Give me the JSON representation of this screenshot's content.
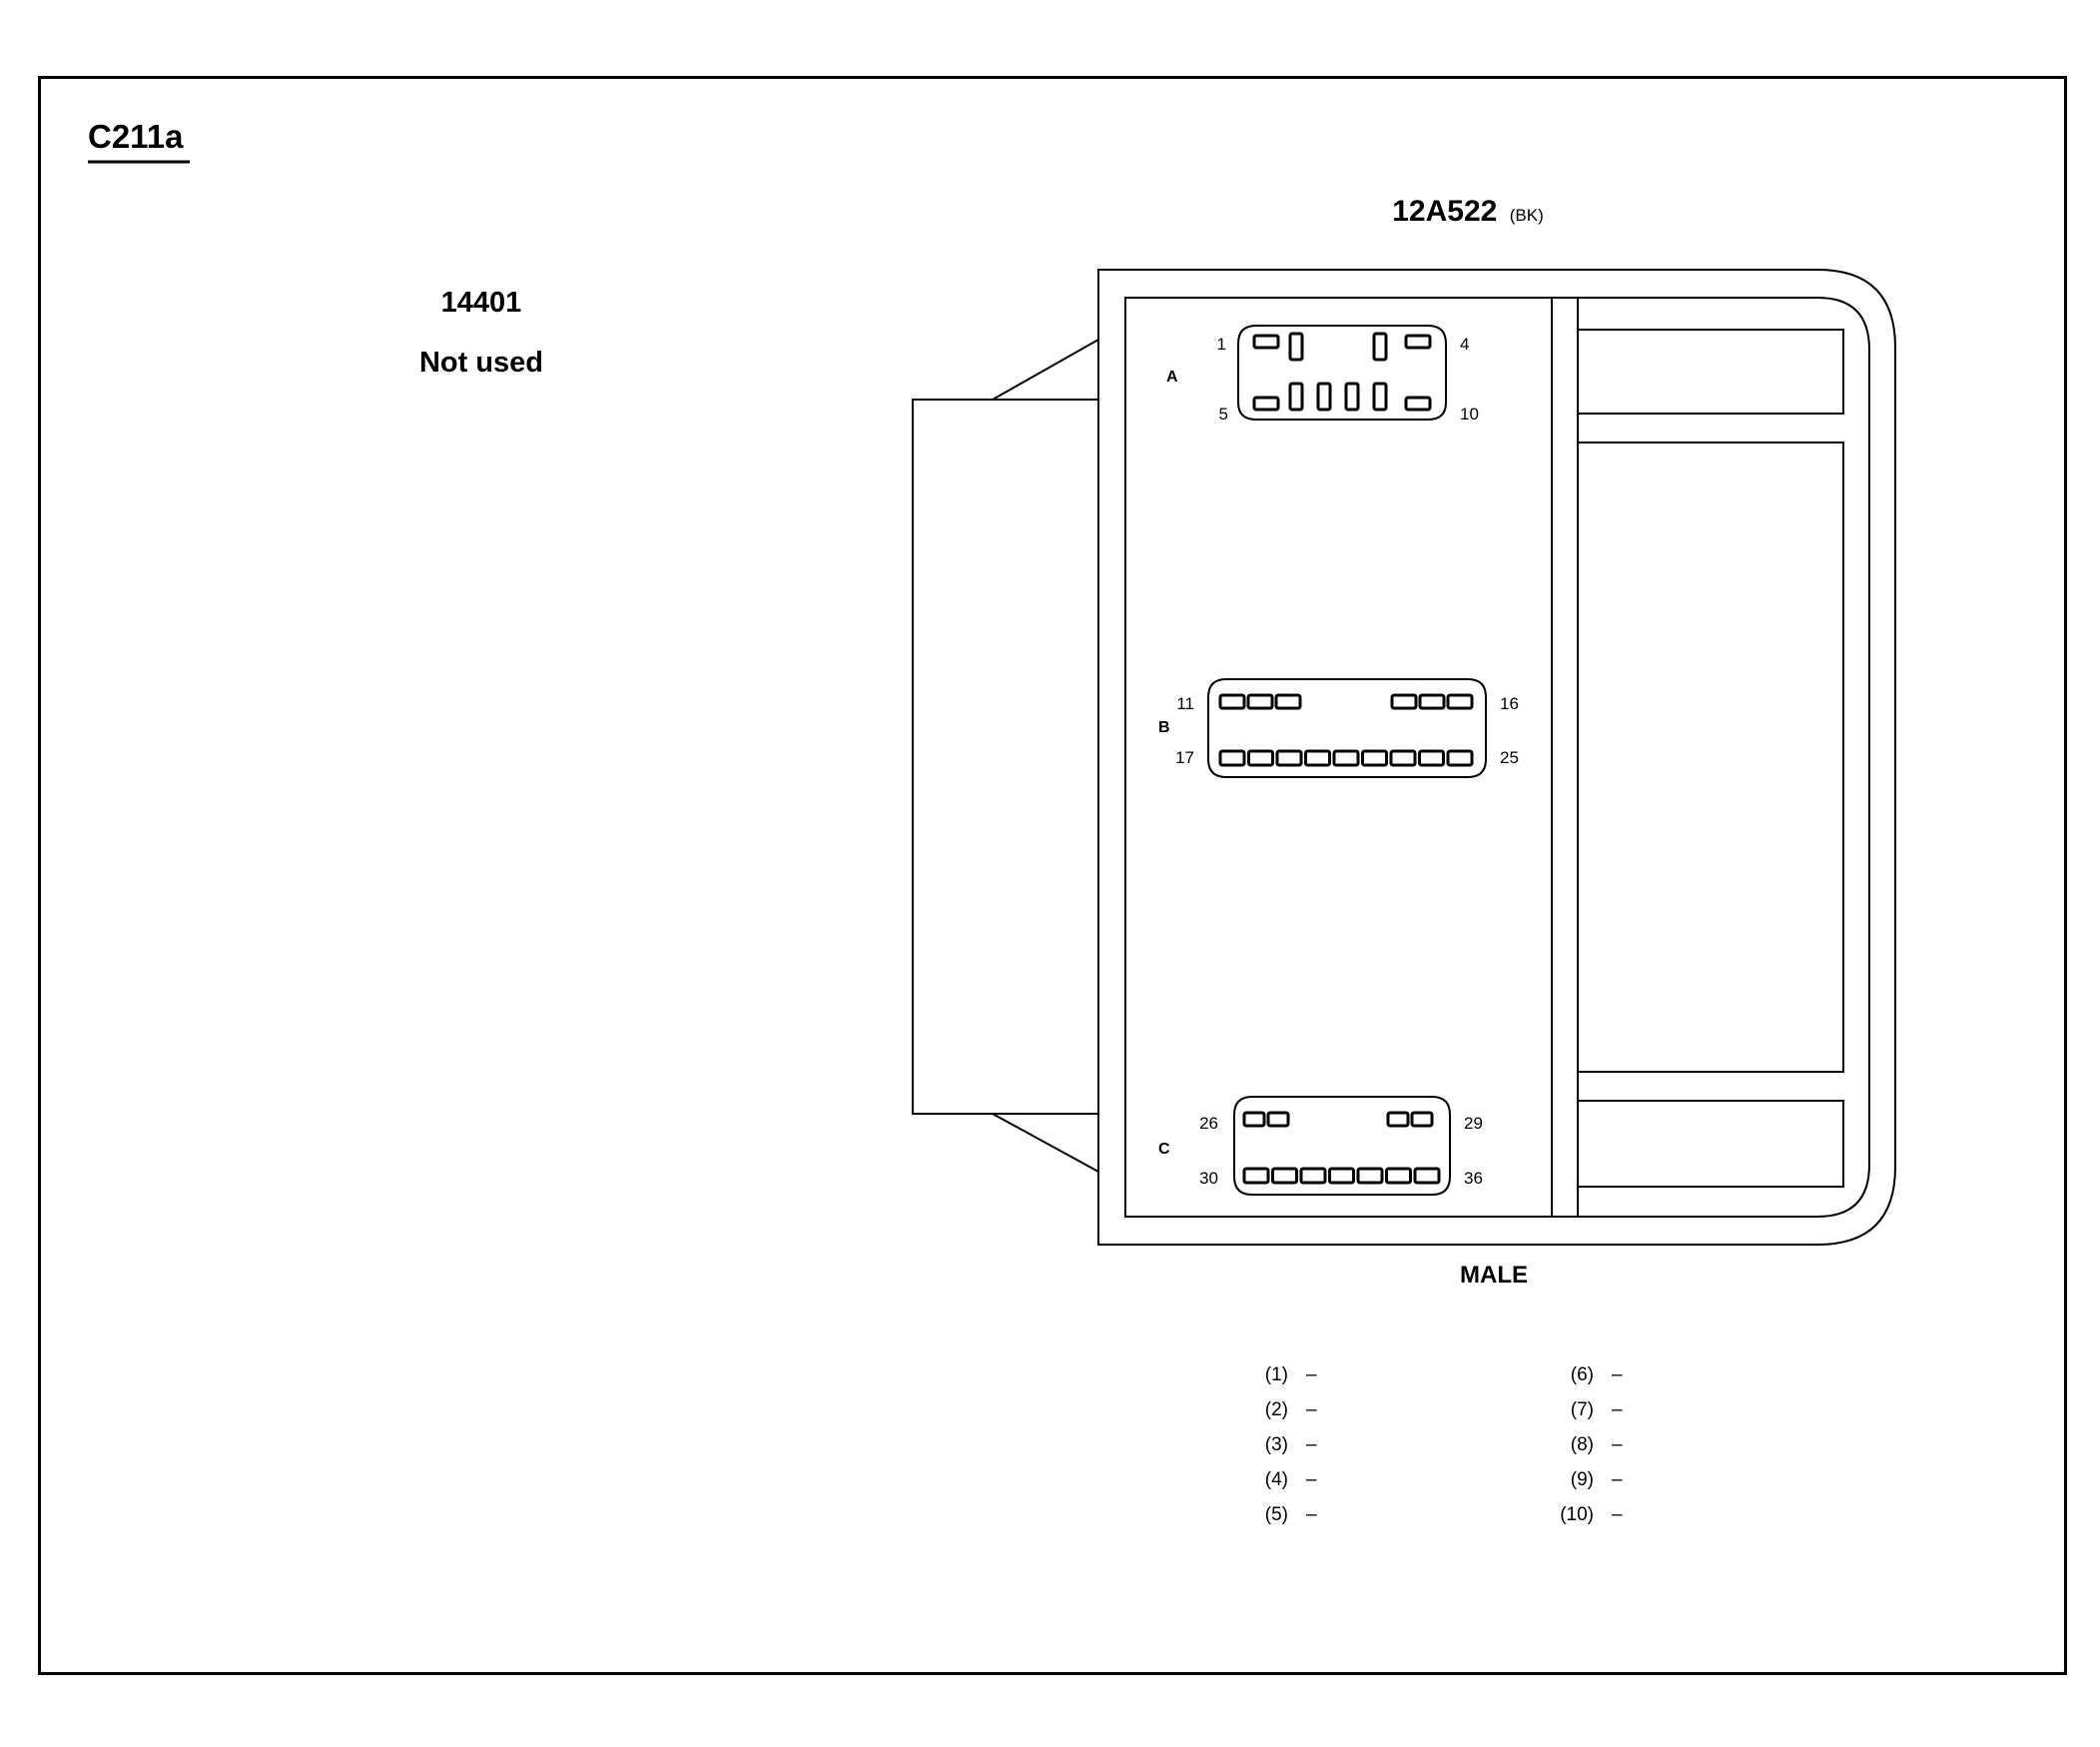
{
  "connector_id": "C211a",
  "left_component": {
    "part_number": "14401",
    "status": "Not used"
  },
  "right_component": {
    "part_number": "12A522",
    "color_code": "(BK)",
    "gender": "MALE",
    "blocks": [
      {
        "label": "A",
        "pins": [
          "1",
          "4",
          "5",
          "10"
        ]
      },
      {
        "label": "B",
        "pins": [
          "11",
          "16",
          "17",
          "25"
        ]
      },
      {
        "label": "C",
        "pins": [
          "26",
          "29",
          "30",
          "36"
        ]
      }
    ]
  },
  "pin_table": {
    "left": [
      {
        "pin": "(1)",
        "value": "–"
      },
      {
        "pin": "(2)",
        "value": "–"
      },
      {
        "pin": "(3)",
        "value": "–"
      },
      {
        "pin": "(4)",
        "value": "–"
      },
      {
        "pin": "(5)",
        "value": "–"
      }
    ],
    "right": [
      {
        "pin": "(6)",
        "value": "–"
      },
      {
        "pin": "(7)",
        "value": "–"
      },
      {
        "pin": "(8)",
        "value": "–"
      },
      {
        "pin": "(9)",
        "value": "–"
      },
      {
        "pin": "(10)",
        "value": "–"
      }
    ]
  }
}
